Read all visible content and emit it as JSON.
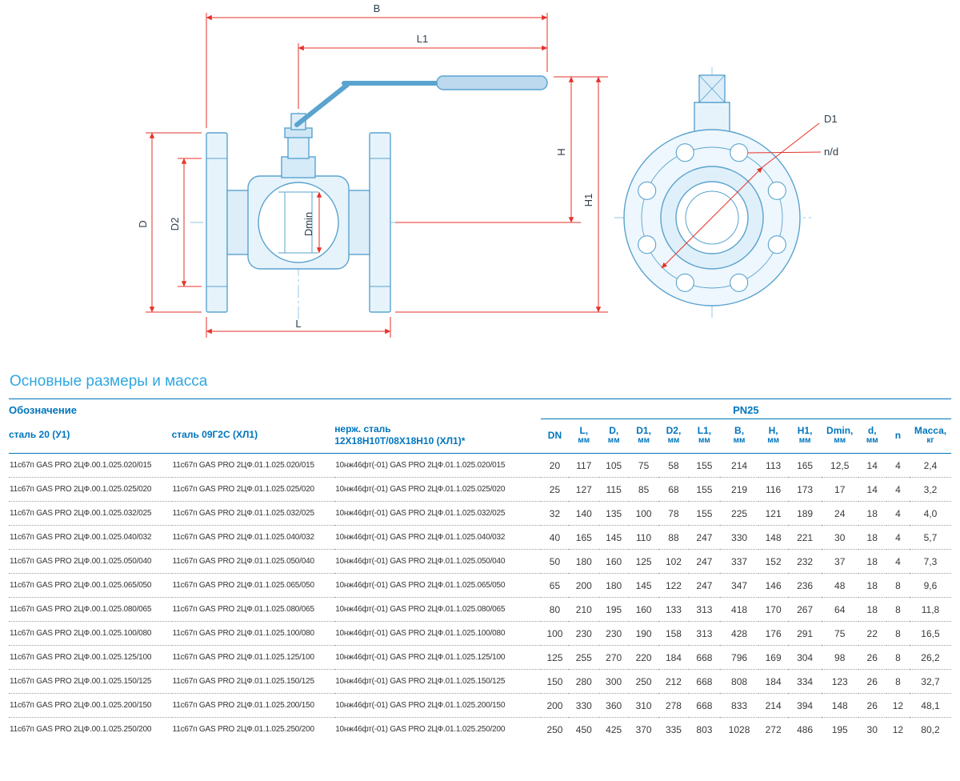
{
  "page": {
    "title": "Основные размеры и масса"
  },
  "colors": {
    "accent_blue": "#0075bd",
    "title_blue": "#2fa7e0",
    "drawing_blue": "#5aa3cf",
    "dimension_red": "#e63229"
  },
  "drawing": {
    "labels": {
      "B": "B",
      "L1": "L1",
      "H": "H",
      "H1": "H1",
      "D": "D",
      "D2": "D2",
      "Dmin": "Dmin",
      "L": "L",
      "D1": "D1",
      "nd": "n/d"
    }
  },
  "table": {
    "group_header": "Обозначение",
    "pn": "PN25",
    "designation_headers": [
      "сталь 20 (У1)",
      "сталь 09Г2С (ХЛ1)",
      "нерж. сталь\n12Х18Н10Т/08Х18Н10 (ХЛ1)*"
    ],
    "columns": [
      {
        "label": "DN",
        "unit": ""
      },
      {
        "label": "L,",
        "unit": "мм"
      },
      {
        "label": "D,",
        "unit": "мм"
      },
      {
        "label": "D1,",
        "unit": "мм"
      },
      {
        "label": "D2,",
        "unit": "мм"
      },
      {
        "label": "L1,",
        "unit": "мм"
      },
      {
        "label": "B,",
        "unit": "мм"
      },
      {
        "label": "H,",
        "unit": "мм"
      },
      {
        "label": "H1,",
        "unit": "мм"
      },
      {
        "label": "Dmin,",
        "unit": "мм"
      },
      {
        "label": "d,",
        "unit": "мм"
      },
      {
        "label": "n",
        "unit": ""
      },
      {
        "label": "Масса,",
        "unit": "кг"
      }
    ],
    "rows": [
      [
        "11с67п GAS PRO 2ЦФ.00.1.025.020/015",
        "11с67п GAS PRO 2ЦФ.01.1.025.020/015",
        "10нж46фт(-01) GAS PRO 2ЦФ.01.1.025.020/015",
        "20",
        "117",
        "105",
        "75",
        "58",
        "155",
        "214",
        "113",
        "165",
        "12,5",
        "14",
        "4",
        "2,4"
      ],
      [
        "11с67п GAS PRO 2ЦФ.00.1.025.025/020",
        "11с67п GAS PRO 2ЦФ.01.1.025.025/020",
        "10нж46фт(-01) GAS PRO 2ЦФ.01.1.025.025/020",
        "25",
        "127",
        "115",
        "85",
        "68",
        "155",
        "219",
        "116",
        "173",
        "17",
        "14",
        "4",
        "3,2"
      ],
      [
        "11с67п GAS PRO 2ЦФ.00.1.025.032/025",
        "11с67п GAS PRO 2ЦФ.01.1.025.032/025",
        "10нж46фт(-01) GAS PRO 2ЦФ.01.1.025.032/025",
        "32",
        "140",
        "135",
        "100",
        "78",
        "155",
        "225",
        "121",
        "189",
        "24",
        "18",
        "4",
        "4,0"
      ],
      [
        "11с67п GAS PRO 2ЦФ.00.1.025.040/032",
        "11с67п GAS PRO 2ЦФ.01.1.025.040/032",
        "10нж46фт(-01) GAS PRO 2ЦФ.01.1.025.040/032",
        "40",
        "165",
        "145",
        "110",
        "88",
        "247",
        "330",
        "148",
        "221",
        "30",
        "18",
        "4",
        "5,7"
      ],
      [
        "11с67п GAS PRO 2ЦФ.00.1.025.050/040",
        "11с67п GAS PRO 2ЦФ.01.1.025.050/040",
        "10нж46фт(-01) GAS PRO 2ЦФ.01.1.025.050/040",
        "50",
        "180",
        "160",
        "125",
        "102",
        "247",
        "337",
        "152",
        "232",
        "37",
        "18",
        "4",
        "7,3"
      ],
      [
        "11с67п GAS PRO 2ЦФ.00.1.025.065/050",
        "11с67п GAS PRO 2ЦФ.01.1.025.065/050",
        "10нж46фт(-01) GAS PRO 2ЦФ.01.1.025.065/050",
        "65",
        "200",
        "180",
        "145",
        "122",
        "247",
        "347",
        "146",
        "236",
        "48",
        "18",
        "8",
        "9,6"
      ],
      [
        "11с67п GAS PRO 2ЦФ.00.1.025.080/065",
        "11с67п GAS PRO 2ЦФ.01.1.025.080/065",
        "10нж46фт(-01) GAS PRO 2ЦФ.01.1.025.080/065",
        "80",
        "210",
        "195",
        "160",
        "133",
        "313",
        "418",
        "170",
        "267",
        "64",
        "18",
        "8",
        "11,8"
      ],
      [
        "11с67п GAS PRO 2ЦФ.00.1.025.100/080",
        "11с67п GAS PRO 2ЦФ.01.1.025.100/080",
        "10нж46фт(-01) GAS PRO 2ЦФ.01.1.025.100/080",
        "100",
        "230",
        "230",
        "190",
        "158",
        "313",
        "428",
        "176",
        "291",
        "75",
        "22",
        "8",
        "16,5"
      ],
      [
        "11с67п GAS PRO 2ЦФ.00.1.025.125/100",
        "11с67п GAS PRO 2ЦФ.01.1.025.125/100",
        "10нж46фт(-01) GAS PRO 2ЦФ.01.1.025.125/100",
        "125",
        "255",
        "270",
        "220",
        "184",
        "668",
        "796",
        "169",
        "304",
        "98",
        "26",
        "8",
        "26,2"
      ],
      [
        "11с67п GAS PRO 2ЦФ.00.1.025.150/125",
        "11с67п GAS PRO 2ЦФ.01.1.025.150/125",
        "10нж46фт(-01) GAS PRO 2ЦФ.01.1.025.150/125",
        "150",
        "280",
        "300",
        "250",
        "212",
        "668",
        "808",
        "184",
        "334",
        "123",
        "26",
        "8",
        "32,7"
      ],
      [
        "11с67п GAS PRO 2ЦФ.00.1.025.200/150",
        "11с67п GAS PRO 2ЦФ.01.1.025.200/150",
        "10нж46фт(-01) GAS PRO 2ЦФ.01.1.025.200/150",
        "200",
        "330",
        "360",
        "310",
        "278",
        "668",
        "833",
        "214",
        "394",
        "148",
        "26",
        "12",
        "48,1"
      ],
      [
        "11с67п GAS PRO 2ЦФ.00.1.025.250/200",
        "11с67п GAS PRO 2ЦФ.01.1.025.250/200",
        "10нж46фт(-01) GAS PRO 2ЦФ.01.1.025.250/200",
        "250",
        "450",
        "425",
        "370",
        "335",
        "803",
        "1028",
        "272",
        "486",
        "195",
        "30",
        "12",
        "80,2"
      ]
    ]
  }
}
